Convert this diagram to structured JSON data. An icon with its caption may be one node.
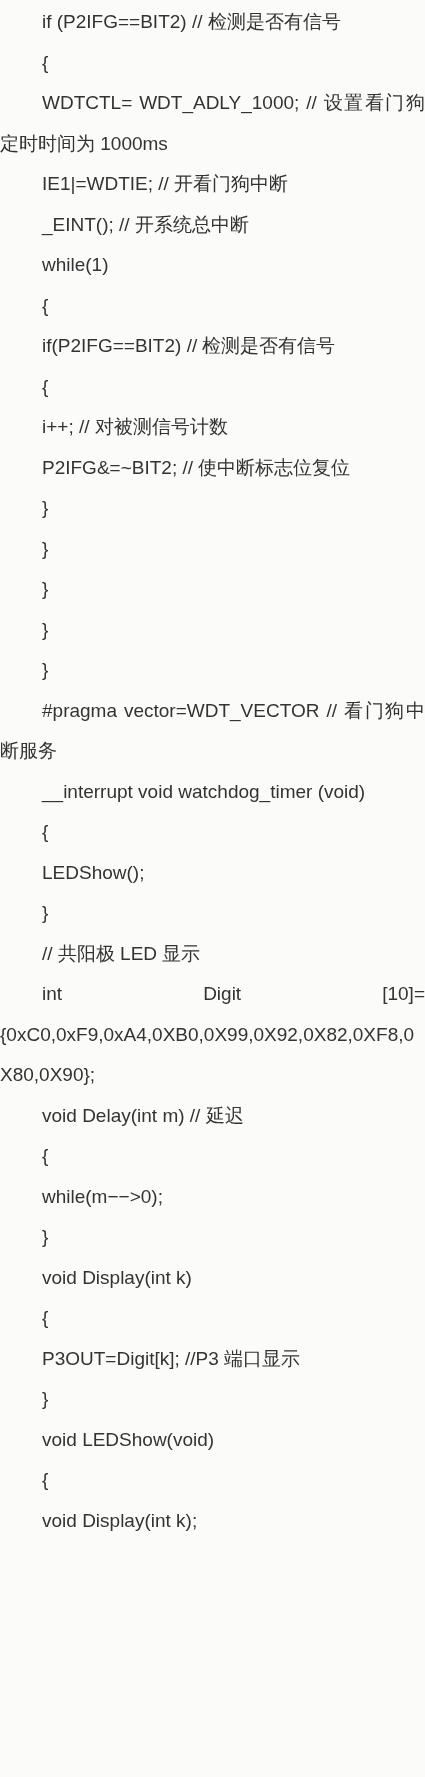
{
  "diagram": {
    "labels": [
      "if (P2IFG==BIT2) // 检测是否有信号",
      "{",
      "WDTCTL= WDT_ADLY_1000; // 设置看门狗定时时间为 1000ms",
      "IE1|=WDTIE; // 开看门狗中断",
      "_EINT(); // 开系统总中断",
      "while(1)",
      "{",
      "if(P2IFG==BIT2) // 检测是否有信号",
      "{",
      "i++; // 对被测信号计数",
      "P2IFG&=~BIT2; // 使中断标志位复位",
      "}",
      "}",
      "}",
      "}",
      "}",
      "#pragma vector=WDT_VECTOR // 看门狗中断服务",
      "__interrupt void watchdog_timer (void)",
      "{",
      "LEDShow();",
      "}",
      "// 共阳极 LED 显示",
      "int Digit [10]={0xC0,0xF9,0xA4,0XB0,0X99,0X92,0X82,0XF8,0X80,0X90};",
      "void Delay(int m) // 延迟",
      "{",
      "while(m−−>0);",
      "}",
      "void Display(int k)",
      "{",
      "P3OUT=Digit[k]; //P3 端口显示",
      "}",
      "void LEDShow(void)",
      "{",
      "void Display(int k);"
    ]
  }
}
